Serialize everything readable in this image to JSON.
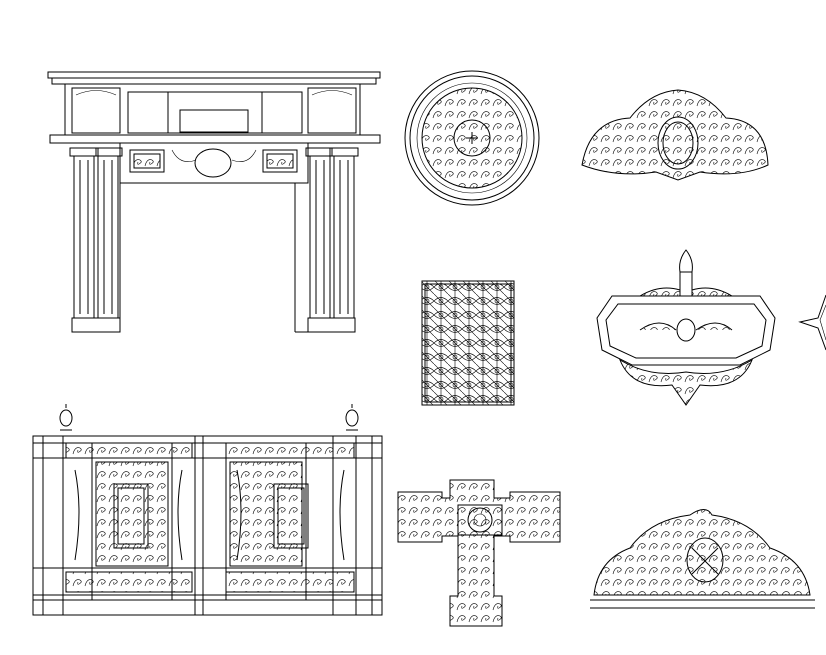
{
  "canvas": {
    "background": "#ffffff",
    "line_color": "#000000"
  },
  "drawings": [
    {
      "name": "fireplace-mantel"
    },
    {
      "name": "round-rosette-medallion"
    },
    {
      "name": "baroque-cartouche-oval"
    },
    {
      "name": "rectangular-lattice-panel"
    },
    {
      "name": "scrolled-cartouche-with-bow"
    },
    {
      "name": "partial-star-ornament"
    },
    {
      "name": "ornamental-gate-railing"
    },
    {
      "name": "ornamental-cross"
    },
    {
      "name": "arched-crest-ornament"
    }
  ]
}
